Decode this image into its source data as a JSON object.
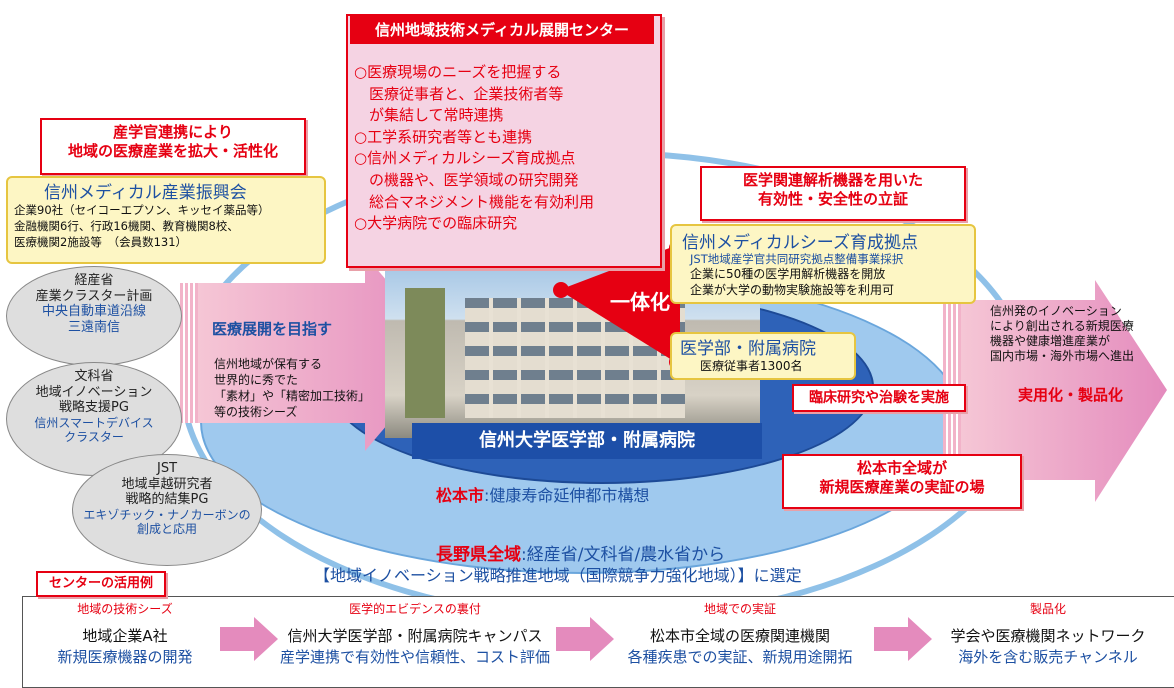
{
  "center": {
    "title": "信州地域技術メディカル展開センター",
    "items": [
      "○医療現場のニーズを把握する",
      "　医療従事者と、企業技術者等",
      "　が集結して常時連携",
      "○工学系研究者等とも連携",
      "○信州メディカルシーズ育成拠点",
      "　の機器や、医学領域の研究開発",
      "　総合マネジメント機能を有効利用",
      "○大学病院での臨床研究"
    ]
  },
  "left_callout": {
    "lines": [
      "産学官連携により",
      "地域の医療産業を拡大・活性化"
    ]
  },
  "shinko": {
    "title": "信州メディカル産業振興会",
    "lines": [
      "企業90社（セイコーエプソン、キッセイ薬品等）",
      "金融機関6行、行政16機関、教育機関8校、",
      "医療機関2施設等　（会員数131）"
    ]
  },
  "ovals": [
    {
      "head": [
        "経産省",
        "産業クラスター計画"
      ],
      "sub": [
        "中央自動車道沿線",
        "三遠南信"
      ]
    },
    {
      "head": [
        "文科省",
        "地域イノベーション",
        "戦略支援PG"
      ],
      "sub": [
        "信州スマートデバイス",
        "クラスター"
      ]
    },
    {
      "head": [
        "JST",
        "地域卓越研究者",
        "戦略的結集PG"
      ],
      "sub": [
        "エキゾチック・ナノカーボンの",
        "創成と応用"
      ]
    }
  ],
  "left_arrow": {
    "title": "医療展開を目指す",
    "lines": [
      "信州地域が保有する",
      "世界的に秀でた",
      "「素材」や「精密加工技術」",
      "等の技術シーズ"
    ]
  },
  "verify_callout": {
    "lines": [
      "医学関連解析機器を用いた",
      "有効性・安全性の立証"
    ]
  },
  "seeds": {
    "title": "信州メディカルシーズ育成拠点",
    "sub": "JST地域産学官共同研究拠点整備事業採択",
    "lines": [
      "企業に50種の医学用解析機器を開放",
      "企業が大学の動物実験施設等を利用可"
    ]
  },
  "ittaika": "一体化",
  "hospital": {
    "title": "医学部・附属病院",
    "sub": "医療従事者1300名"
  },
  "university_label": "信州大学医学部・附属病院",
  "clinical": "臨床研究や治験を実施",
  "matsumoto": {
    "name": "松本市",
    "rest": ":健康寿命延伸都市構想"
  },
  "matsumoto_callout": {
    "lines": [
      "松本市全域が",
      "新規医療産業の実証の場"
    ]
  },
  "right_arrow": {
    "lines": [
      "信州発のイノベーション",
      "により創出される新規医療",
      "機器や健康増進産業が",
      "国内市場・海外市場へ進出"
    ],
    "title": "実用化・製品化"
  },
  "nagano": {
    "name": "長野県全域",
    "rest": ":経産省/文科省/農水省から",
    "line2": "【地域イノベーション戦略推進地域（国際競争力強化地域）】に選定"
  },
  "usage": {
    "title": "センターの活用例",
    "steps": [
      {
        "head": "地域の技術シーズ",
        "main": "地域企業A社",
        "sub": "新規医療機器の開発"
      },
      {
        "head": "医学的エビデンスの裏付",
        "main": "信州大学医学部・附属病院キャンパス",
        "sub": "産学連携で有効性や信頼性、コスト評価"
      },
      {
        "head": "地域での実証",
        "main": "松本市全域の医療関連機関",
        "sub": "各種疾患での実証、新規用途開拓"
      },
      {
        "head": "製品化",
        "main": "学会や医療機関ネットワーク",
        "sub": "海外を含む販売チャンネル"
      }
    ]
  }
}
